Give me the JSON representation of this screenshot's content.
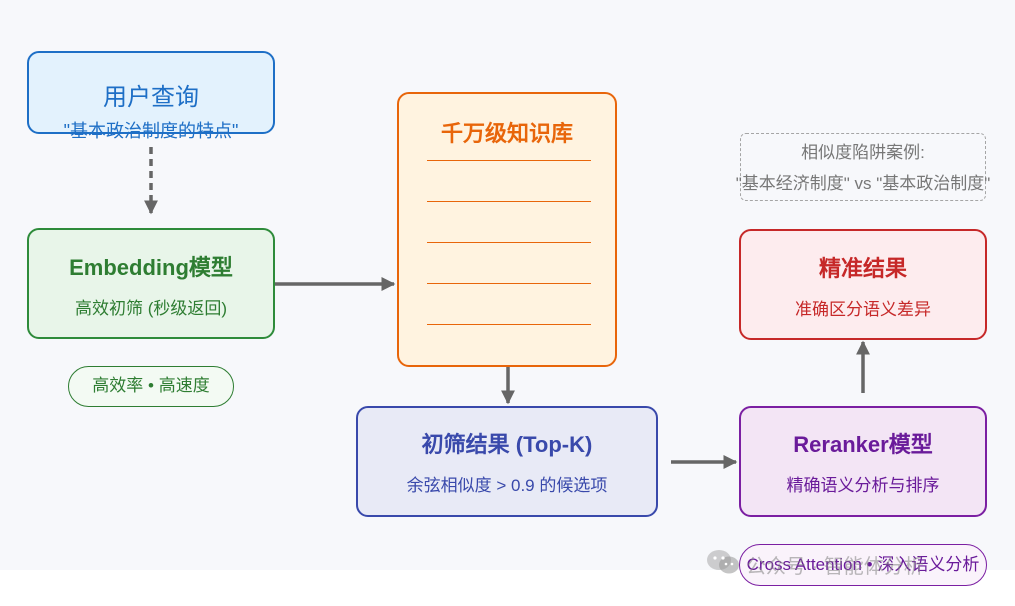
{
  "query": {
    "title": "用户查询",
    "text": "\"基本政治制度的特点\""
  },
  "embedding": {
    "title": "Embedding模型",
    "subtitle": "高效初筛 (秒级返回)",
    "badge": "高效率 • 高速度"
  },
  "knowledge_base": {
    "title": "千万级知识库"
  },
  "similarity_trap": {
    "line1": "相似度陷阱案例:",
    "line2": "\"基本经济制度\" vs \"基本政治制度\""
  },
  "precise_result": {
    "title": "精准结果",
    "subtitle": "准确区分语义差异"
  },
  "topk": {
    "title": "初筛结果 (Top-K)",
    "subtitle": "余弦相似度 > 0.9 的候选项"
  },
  "reranker": {
    "title": "Reranker模型",
    "subtitle": "精确语义分析与排序",
    "badge": "Cross Attention • 深入语义分析"
  },
  "watermark": {
    "text": "公众号 · 智能体分析"
  },
  "colors": {
    "blue": "#1e6fc6",
    "green": "#2e7d32",
    "orange": "#e8650a",
    "red": "#c62828",
    "indigo": "#3949ab",
    "purple": "#7b1fa2",
    "arrow": "#666666"
  }
}
